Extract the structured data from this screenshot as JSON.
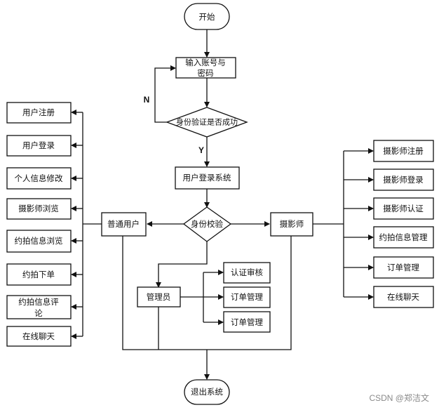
{
  "nodes": {
    "start": "开始",
    "input_line1": "输入账号与",
    "input_line2": "密码",
    "auth_check": "身份验证是否成功",
    "login_system": "用户登录系统",
    "role_check": "身份校验",
    "regular_user": "普通用户",
    "photographer": "摄影师",
    "admin": "管理员",
    "exit": "退出系统"
  },
  "edge_labels": {
    "no": "N",
    "yes": "Y"
  },
  "user_functions": [
    "用户注册",
    "用户登录",
    "个人信息修改",
    "摄影师浏览",
    "约拍信息浏览",
    "约拍下单",
    "约拍信息评",
    "论",
    "在线聊天"
  ],
  "admin_functions": [
    "认证审核",
    "订单管理",
    "订单管理"
  ],
  "photographer_functions": [
    "摄影师注册",
    "摄影师登录",
    "摄影师认证",
    "约拍信息管理",
    "订单管理",
    "在线聊天"
  ],
  "watermark": "CSDN @郑洁文"
}
